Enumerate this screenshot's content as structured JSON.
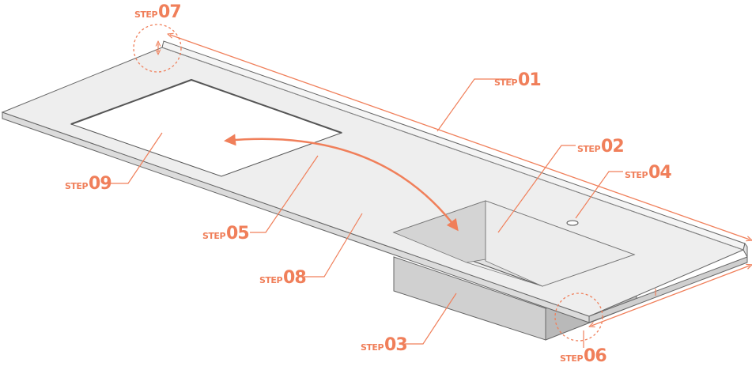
{
  "accent_color": "#f07f5a",
  "steps": [
    {
      "id": "01",
      "prefix": "STEP",
      "number": "01"
    },
    {
      "id": "02",
      "prefix": "STEP",
      "number": "02"
    },
    {
      "id": "03",
      "prefix": "STEP",
      "number": "03"
    },
    {
      "id": "04",
      "prefix": "STEP",
      "number": "04"
    },
    {
      "id": "05",
      "prefix": "STEP",
      "number": "05"
    },
    {
      "id": "06",
      "prefix": "STEP",
      "number": "06"
    },
    {
      "id": "07",
      "prefix": "STEP",
      "number": "07"
    },
    {
      "id": "08",
      "prefix": "STEP",
      "number": "08"
    },
    {
      "id": "09",
      "prefix": "STEP",
      "number": "09"
    }
  ]
}
